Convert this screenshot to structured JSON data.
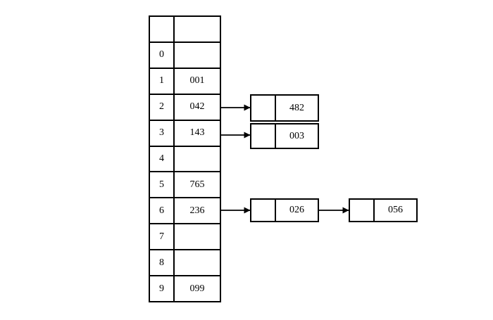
{
  "diagram": {
    "title": "hash-table-with-separate-chaining",
    "colors": {
      "stroke": "#000000",
      "background": "#ffffff",
      "text": "#000000"
    },
    "hash_table": {
      "name": "hash-table",
      "header_row": {
        "index": "",
        "value": ""
      },
      "rows": [
        {
          "index": "0",
          "value": ""
        },
        {
          "index": "1",
          "value": "001"
        },
        {
          "index": "2",
          "value": "042"
        },
        {
          "index": "3",
          "value": "143"
        },
        {
          "index": "4",
          "value": ""
        },
        {
          "index": "5",
          "value": "765"
        },
        {
          "index": "6",
          "value": "236"
        },
        {
          "index": "7",
          "value": ""
        },
        {
          "index": "8",
          "value": ""
        },
        {
          "index": "9",
          "value": "099"
        }
      ]
    },
    "chain_nodes": [
      {
        "id": "node-a",
        "pointer": "",
        "value": "482",
        "from_bucket": "2"
      },
      {
        "id": "node-b",
        "pointer": "",
        "value": "003",
        "from_bucket": "3"
      },
      {
        "id": "node-c",
        "pointer": "",
        "value": "026",
        "from_bucket": "6"
      },
      {
        "id": "node-d",
        "pointer": "",
        "value": "056",
        "from_node": "node-c"
      }
    ],
    "arrows": [
      {
        "name": "arrow-bucket2-to-node-a",
        "from": "bucket 2",
        "to": "482"
      },
      {
        "name": "arrow-bucket3-to-node-b",
        "from": "bucket 3",
        "to": "003"
      },
      {
        "name": "arrow-bucket6-to-node-c",
        "from": "bucket 6",
        "to": "026"
      },
      {
        "name": "arrow-node-c-to-node-d",
        "from": "026",
        "to": "056"
      }
    ]
  }
}
